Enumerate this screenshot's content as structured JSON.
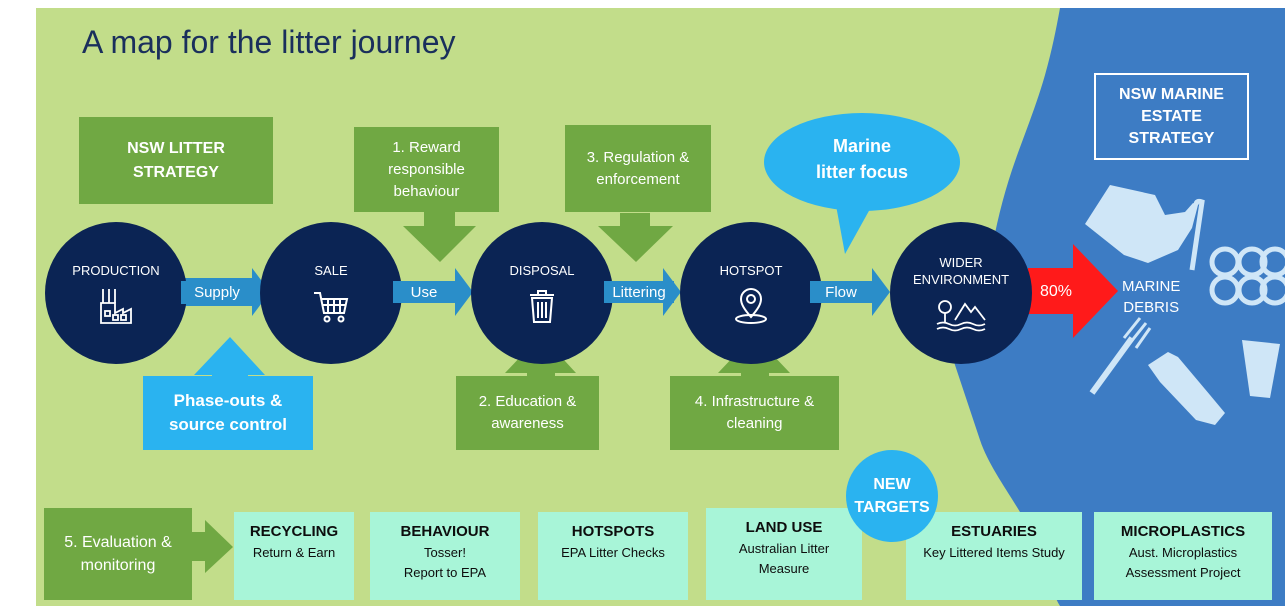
{
  "title": "A map for the litter journey",
  "nsw_litter_strategy": [
    "NSW LITTER",
    "STRATEGY"
  ],
  "marine_estate_strategy": [
    "NSW MARINE",
    "ESTATE",
    "STRATEGY"
  ],
  "stages": [
    {
      "label": "PRODUCTION",
      "icon": "factory-icon"
    },
    {
      "label": "SALE",
      "icon": "shopping-cart-icon"
    },
    {
      "label": "DISPOSAL",
      "icon": "trash-bin-icon"
    },
    {
      "label": "HOTSPOT",
      "icon": "map-pin-icon"
    },
    {
      "label": "WIDER ENVIRONMENT",
      "icon": "landscape-icon"
    }
  ],
  "flows": [
    "Supply",
    "Use",
    "Littering",
    "Flow"
  ],
  "interventions": {
    "reward": [
      "1. Reward",
      "responsible",
      "behaviour"
    ],
    "education": [
      "2. Education &",
      "awareness"
    ],
    "regulation": [
      "3. Regulation &",
      "enforcement"
    ],
    "infrastructure": [
      "4. Infrastructure &",
      "cleaning"
    ],
    "evaluation": [
      "5. Evaluation &",
      "monitoring"
    ]
  },
  "phase_outs": [
    "Phase-outs &",
    "source control"
  ],
  "marine_focus": [
    "Marine",
    "litter focus"
  ],
  "percent": "80%",
  "marine_debris": [
    "MARINE",
    "DEBRIS"
  ],
  "new_targets": [
    "NEW",
    "TARGETS"
  ],
  "programs": [
    {
      "heading": "RECYCLING",
      "lines": [
        "Return & Earn"
      ]
    },
    {
      "heading": "BEHAVIOUR",
      "lines": [
        "Tosser!",
        "Report to EPA"
      ]
    },
    {
      "heading": "HOTSPOTS",
      "lines": [
        "EPA Litter Checks"
      ]
    },
    {
      "heading": "LAND USE",
      "lines": [
        "Australian Litter",
        "Measure"
      ]
    },
    {
      "heading": "ESTUARIES",
      "lines": [
        "Key Littered Items Study"
      ]
    },
    {
      "heading": "MICROPLASTICS",
      "lines": [
        "Aust. Microplastics",
        "Assessment Project"
      ]
    }
  ],
  "colors": {
    "background_green": "#c2dd8a",
    "box_green": "#70a843",
    "navy": "#0b2454",
    "flow_blue": "#2a8ec9",
    "light_blue": "#2ab3f0",
    "sea_blue": "#3d7cc4",
    "red": "#ff1a1a",
    "mint": "#a8f5d8"
  }
}
